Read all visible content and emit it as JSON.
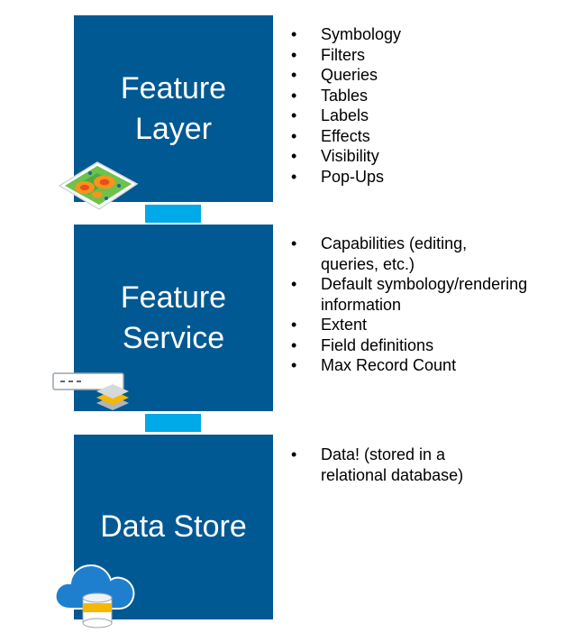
{
  "tiers": {
    "layer": {
      "label": "Feature\nLayer",
      "icon": "map-icon",
      "items": [
        "Symbology",
        "Filters",
        "Queries",
        "Tables",
        "Labels",
        "Effects",
        "Visibility",
        "Pop-Ups"
      ]
    },
    "service": {
      "label": "Feature\nService",
      "icon": "server-layers-icon",
      "items": [
        "Capabilities (editing, queries, etc.)",
        "Default symbology/rendering information",
        "Extent",
        "Field definitions",
        "Max Record Count"
      ]
    },
    "store": {
      "label": "Data Store",
      "icon": "cloud-database-icon",
      "items": [
        "Data! (stored in a relational database)"
      ]
    }
  },
  "colors": {
    "tier_fill": "#005993",
    "connector_fill": "#00a9e8",
    "text_on_tier": "#ffffff",
    "bullet_text": "#000000"
  }
}
